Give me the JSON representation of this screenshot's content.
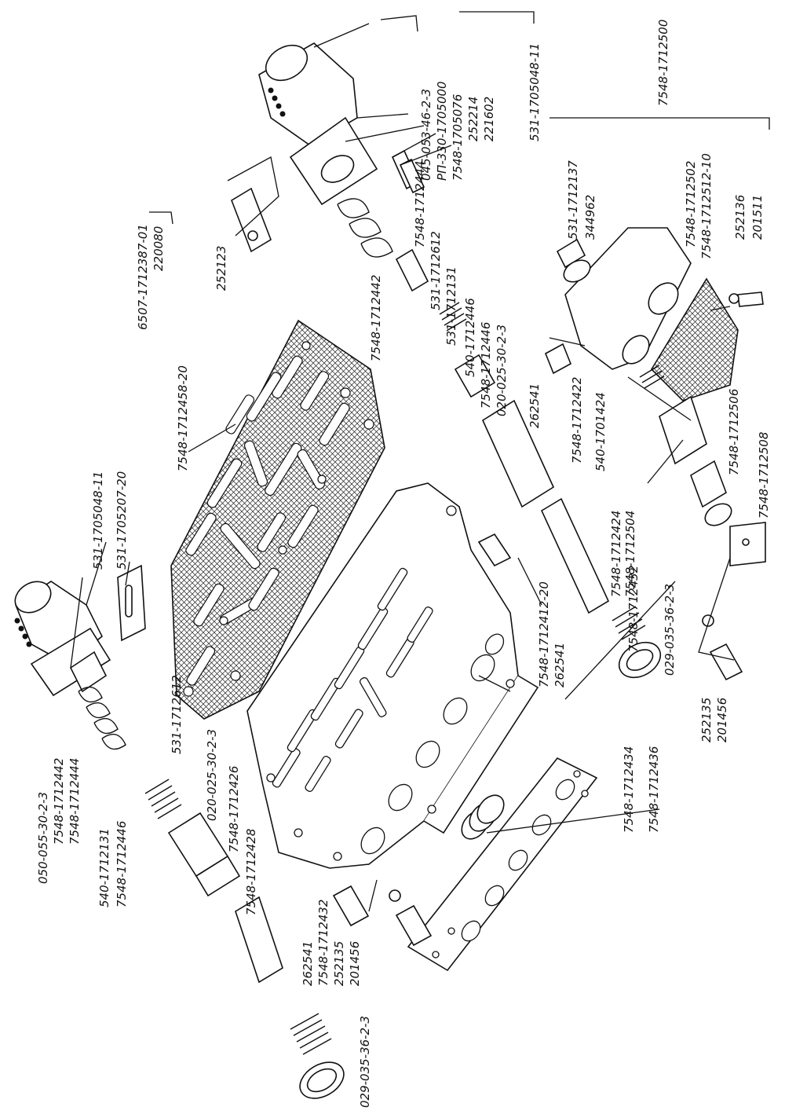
{
  "labels": [
    "045-053-46-2-3",
    "РП-330-1705000",
    "7548-1705076",
    "252214",
    "221602",
    "531-1705048-11",
    "7548-1712500",
    "531-1712137",
    "344962",
    "7548-1712502",
    "7548-1712512-10",
    "252136",
    "201511",
    "6507-1712387-01",
    "220080",
    "252123",
    "7548-1712444",
    "531-1712612",
    "531-1712131",
    "7548-1712442",
    "540-1712446",
    "7548-1712446",
    "020-025-30-2-3",
    "262541",
    "7548-1712422",
    "540-1701424",
    "7548-1712424",
    "7548-1712504",
    "7548-1712506",
    "7548-1712508",
    "7548-1712458-20",
    "531-1705048-11",
    "531-1705207-20",
    "7548-1712432",
    "029-035-36-2-3",
    "7548-1712412-20",
    "262541",
    "252135",
    "201456",
    "050-055-30-2-3",
    "7548-1712442",
    "7548-1712444",
    "531-1712612",
    "020-025-30-2-3",
    "540-1712131",
    "7548-1712446",
    "7548-1712426",
    "7548-1712428",
    "262541",
    "7548-1712432",
    "252135",
    "201456",
    "029-035-36-2-3",
    "7548-1712434",
    "7548-1712436"
  ]
}
